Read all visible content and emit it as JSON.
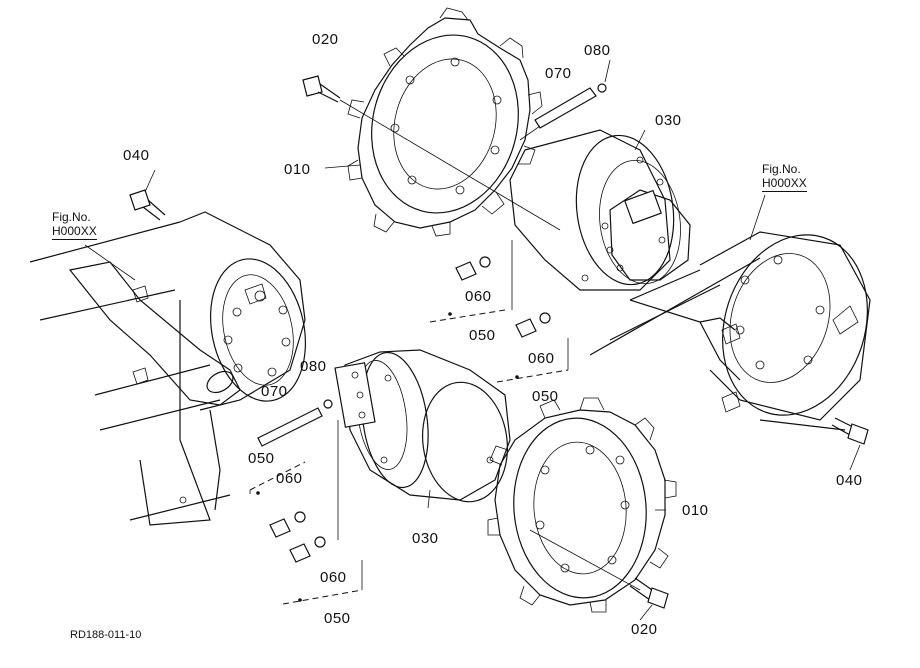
{
  "parts": {
    "p020_top": "020",
    "p080_top": "080",
    "p070_top": "070",
    "p030_top": "030",
    "p010_left": "010",
    "p040_left": "040",
    "p060_a": "060",
    "p050_a": "050",
    "p060_b": "060",
    "p050_b": "050",
    "p080_mid": "080",
    "p070_mid": "070",
    "p050_c": "050",
    "p060_c": "060",
    "p030_bottom": "030",
    "p010_right": "010",
    "p060_d": "060",
    "p050_d": "050",
    "p020_bottom": "020",
    "p040_right": "040"
  },
  "fig_refs": {
    "left": {
      "line1": "Fig.No.",
      "line2": "H000XX"
    },
    "right": {
      "line1": "Fig.No.",
      "line2": "H000XX"
    }
  },
  "diagram_id": "RD188-011-10"
}
